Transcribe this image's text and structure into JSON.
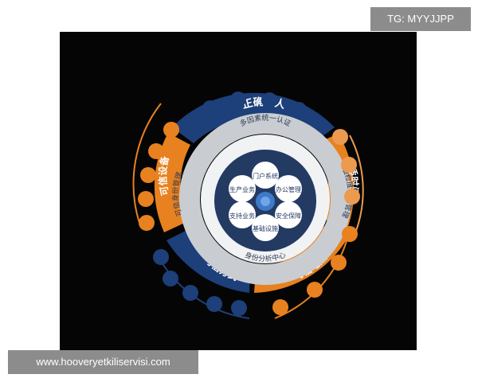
{
  "watermarks": {
    "top_right": "TG: MYYJJPP",
    "bottom_left": "www.hooveryetkiliservisi.com"
  },
  "outer_arcs": {
    "top": "正确的人",
    "right": "合适时间",
    "left": "可信设备",
    "bottom_left": "可信方式",
    "bottom_right": "可信地点"
  },
  "middle_ring": {
    "top": "多因素统一认证",
    "left": "可信身份管理",
    "right": "细粒度权限管理",
    "bottom": "身份分析中心"
  },
  "hub_nodes": {
    "top": "门户系统",
    "upper_right": "办公管理",
    "right": "安全保障",
    "bottom": "基础设施",
    "left": "支持业务",
    "upper_left": "生产业务"
  },
  "colors": {
    "blue": "#1d3f7a",
    "orange": "#e8811f",
    "orange_light": "#ec9a4e",
    "gray_ring": "#c9cdd2",
    "hub": "#233a63"
  },
  "icons": {
    "top": [
      "user-icon",
      "user-group-icon",
      "user-list-icon",
      "user-badge-icon"
    ],
    "right": [
      "clock-icon",
      "alarm-icon",
      "timer-icon"
    ],
    "left": [
      "phone-icon",
      "tablet-icon",
      "monitor-icon",
      "desktop-icon",
      "computer-icon"
    ],
    "bottom_left": [
      "card-reader-icon",
      "id-card-icon",
      "email-icon",
      "shield-icon",
      "fingerprint-icon"
    ],
    "bottom_right": [
      "building-icon",
      "factory-icon",
      "car-icon",
      "home-icon"
    ]
  }
}
